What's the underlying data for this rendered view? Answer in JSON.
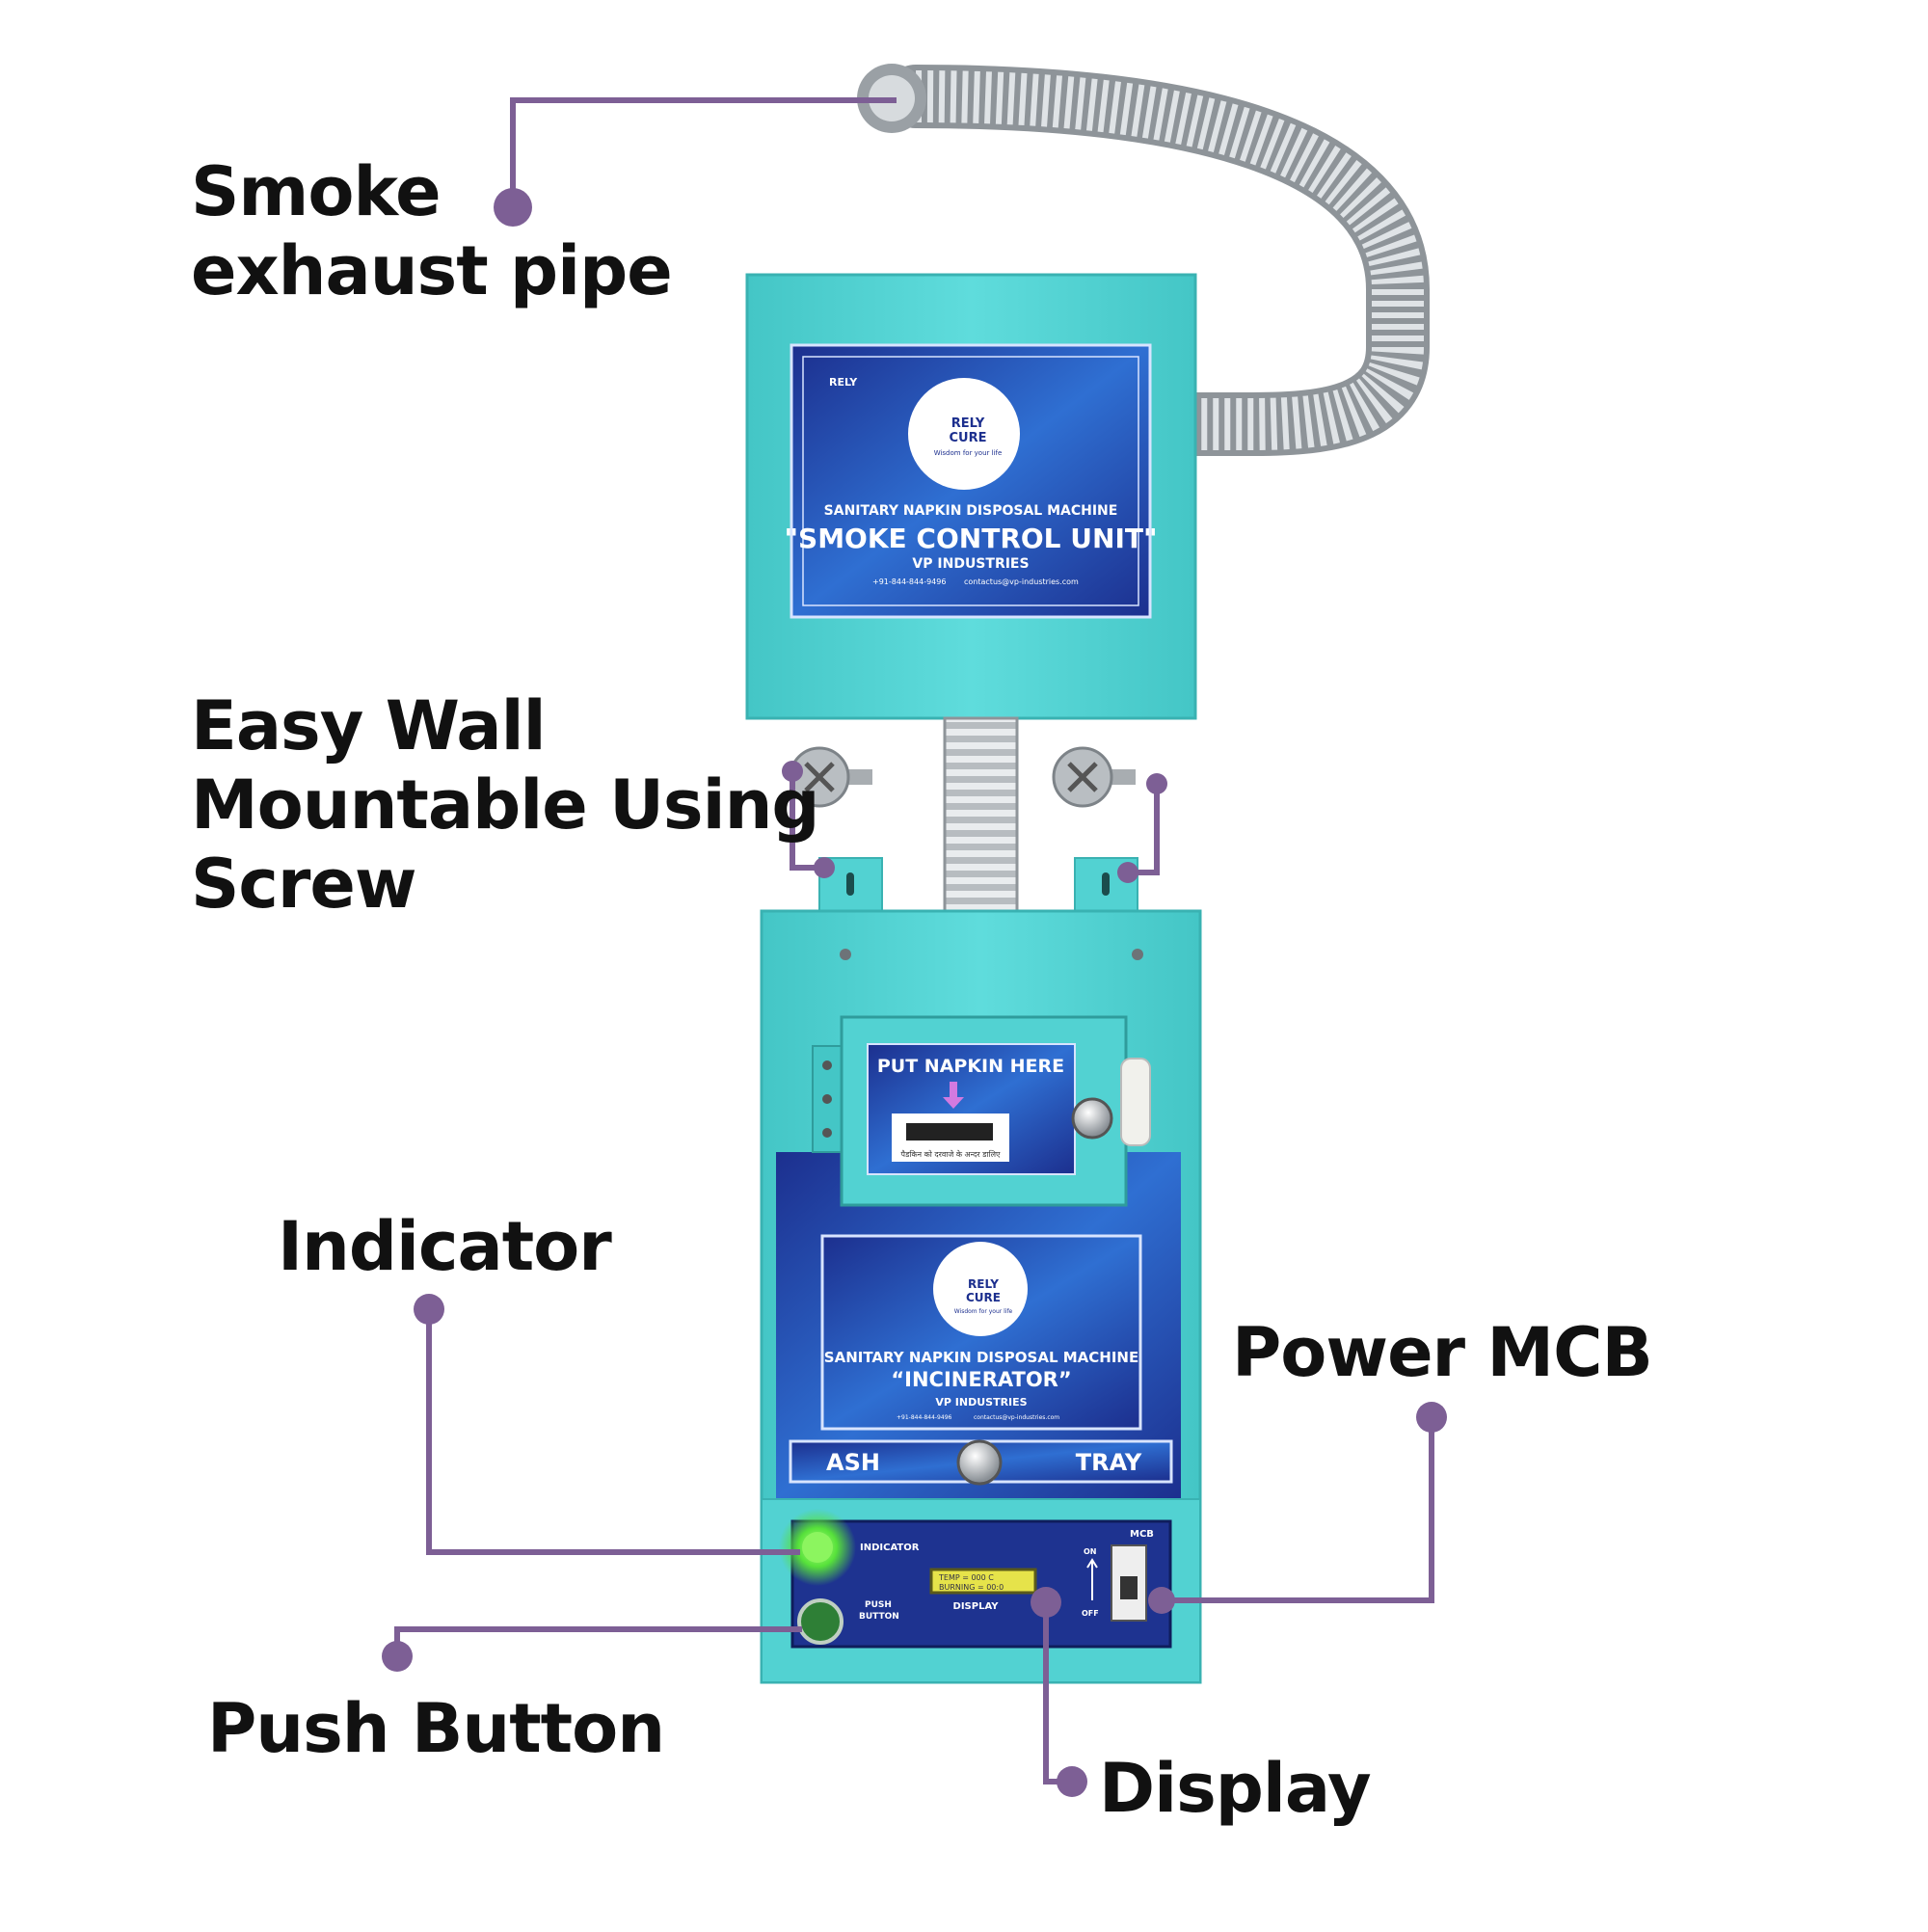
{
  "callouts": {
    "smoke_exhaust": [
      "Smoke",
      "exhaust pipe"
    ],
    "wall_mount": [
      "Easy Wall",
      "Mountable Using",
      "Screw"
    ],
    "indicator": "Indicator",
    "power_mcb": "Power MCB",
    "push_button": "Push Button",
    "display": "Display"
  },
  "smoke_unit_panel": {
    "brand_top": "RELY",
    "brand_bottom": "CURE",
    "tagline": "Wisdom for your life",
    "subtitle": "SANITARY NAPKIN DISPOSAL MACHINE",
    "title": "\"SMOKE CONTROL UNIT\"",
    "company": "VP INDUSTRIES",
    "contact_phone": "+91-844-844-9496",
    "contact_email": "contactus@vp-industries.com"
  },
  "napkin_slot": {
    "label": "PUT NAPKIN HERE",
    "hindi_note": "पैडकिन को दरवाजे के अन्दर डालिए"
  },
  "incinerator_panel": {
    "brand_top": "RELY",
    "brand_bottom": "CURE",
    "tagline": "Wisdom for your life",
    "subtitle": "SANITARY NAPKIN DISPOSAL MACHINE",
    "title": "“INCINERATOR”",
    "company": "VP INDUSTRIES",
    "contact_phone": "+91-844-844-9496",
    "contact_email": "contactus@vp-industries.com"
  },
  "ash_tray": {
    "left": "ASH",
    "right": "TRAY"
  },
  "control_panel": {
    "indicator_label": "INDICATOR",
    "push_label_1": "PUSH",
    "push_label_2": "BUTTON",
    "display_label": "DISPLAY",
    "lcd_line_1": "TEMP = 000 C",
    "lcd_line_2": "BURNING = 00:0",
    "mcb_label": "MCB",
    "on_label": "ON",
    "off_label": "OFF"
  },
  "colors": {
    "accent_purple": "#7d5f95",
    "machine_teal": "#52d2d2",
    "panel_blue": "#1f3ea8",
    "indicator_green": "#57e23a"
  }
}
